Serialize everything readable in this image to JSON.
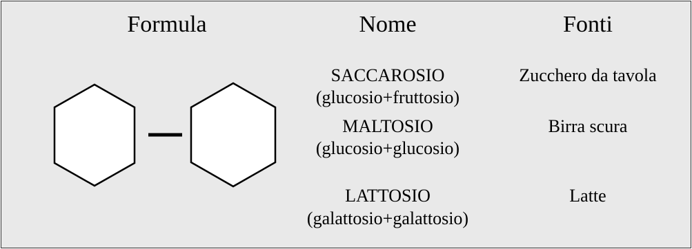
{
  "headers": {
    "formula": "Formula",
    "name": "Nome",
    "sources": "Fonti"
  },
  "rows": [
    {
      "name_line1": "SACCAROSIO",
      "name_line2": "(glucosio+fruttosio)",
      "source": "Zucchero da tavola"
    },
    {
      "name_line1": "MALTOSIO",
      "name_line2": "(glucosio+glucosio)",
      "source": "Birra scura"
    },
    {
      "name_line1": "LATTOSIO",
      "name_line2": "(galattosio+galattosio)",
      "source": "Latte"
    }
  ],
  "formula": {
    "shape": "two-hexagon-rings-connected-by-bond"
  }
}
